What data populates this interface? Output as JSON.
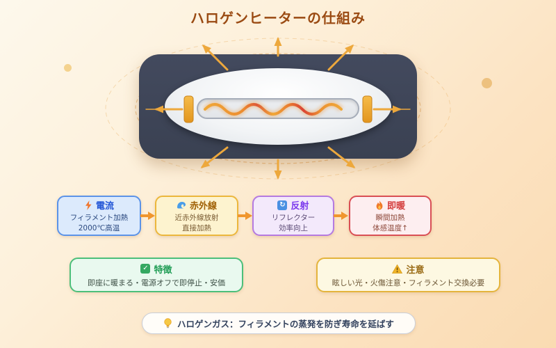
{
  "title": "ハロゲンヒーターの仕組み",
  "flow": {
    "steps": [
      {
        "icon": "bolt-icon",
        "title": "電流",
        "line1": "フィラメント加熱",
        "line2": "2000℃高温"
      },
      {
        "icon": "wave-icon",
        "title": "赤外線",
        "line1": "近赤外線放射",
        "line2": "直接加熱"
      },
      {
        "icon": "reflect-icon",
        "title": "反射",
        "line1": "リフレクター",
        "line2": "効率向上"
      },
      {
        "icon": "flame-icon",
        "title": "即暖",
        "line1": "瞬間加熱",
        "line2": "体感温度↑"
      }
    ]
  },
  "feature": {
    "icon": "check-icon",
    "title": "特徴",
    "text": "即座に暖まる・電源オフで即停止・安価"
  },
  "caution": {
    "icon": "warning-icon",
    "title": "注意",
    "text": "眩しい光・火傷注意・フィラメント交換必要"
  },
  "note": {
    "icon": "bulb-icon",
    "text": "ハロゲンガス：フィラメントの蒸発を防ぎ寿命を延ばす"
  },
  "icon_glyphs": {
    "reflect": "↻",
    "check": "✓"
  },
  "colors": {
    "title_brown": "#9a4a12",
    "panel_navy": "#3e4558",
    "arrow_orange": "#eda83c",
    "step_blue": "#2457d6",
    "step_yellow": "#a16207",
    "step_purple": "#7c3aed",
    "step_red": "#d43c3c",
    "feature_green": "#1f9d55",
    "caution_gold": "#9a6b15"
  }
}
